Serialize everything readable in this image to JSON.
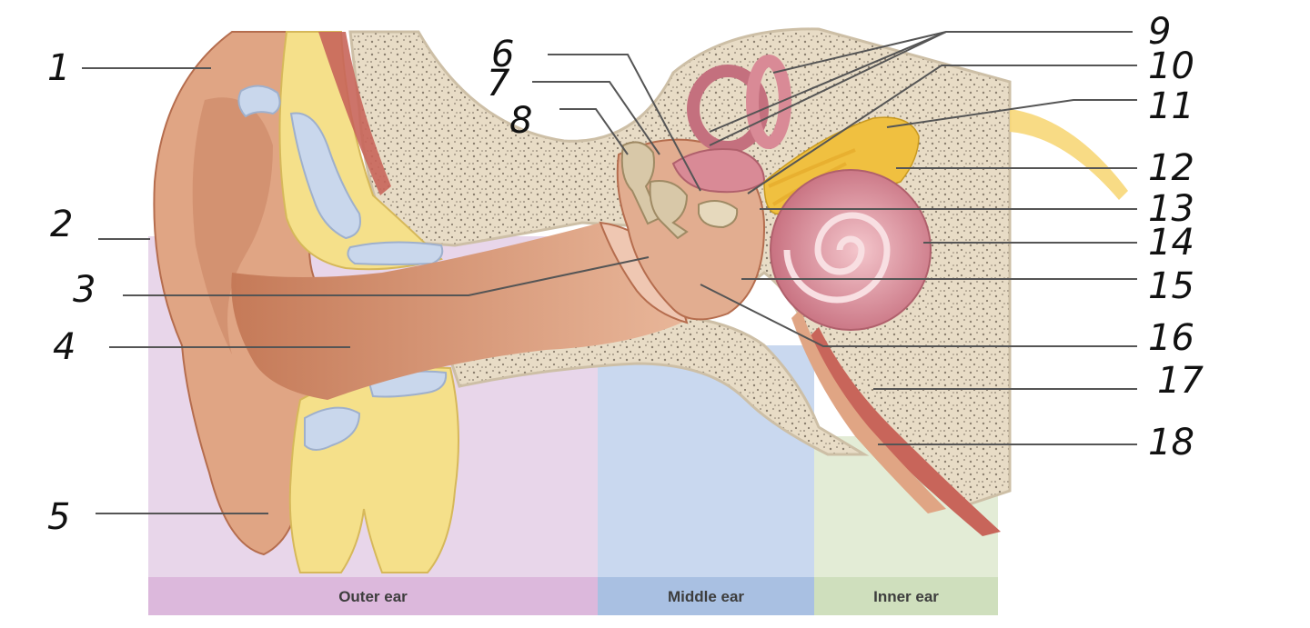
{
  "regions": [
    {
      "id": "outer",
      "label": "Outer ear",
      "color": "#e8d6ea",
      "bar_color": "#dcb8dc"
    },
    {
      "id": "middle",
      "label": "Middle ear",
      "color": "#c9d8ef",
      "bar_color": "#a9c0e2"
    },
    {
      "id": "inner",
      "label": "Inner ear",
      "color": "#e3ecd6",
      "bar_color": "#cfdfbd"
    }
  ],
  "markers": [
    "1",
    "2",
    "3",
    "4",
    "5",
    "6",
    "7",
    "8",
    "9",
    "10",
    "11",
    "12",
    "13",
    "14",
    "15",
    "16",
    "17",
    "18"
  ],
  "colors": {
    "skin": "#e0a584",
    "skin_dark": "#b56d4e",
    "bone": "#e8dcc6",
    "bone_speckle": "#8a7e6e",
    "fat": "#f5e08a",
    "cartilage": "#c9d7ec",
    "muscle": "#c8655a",
    "cochlea": "#d98a96",
    "nerve": "#f0c040"
  }
}
